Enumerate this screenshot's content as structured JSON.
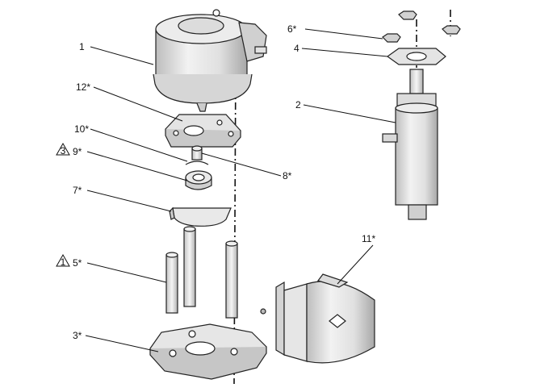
{
  "callouts": {
    "c1": "1",
    "c2": "2",
    "c3": "3*",
    "c4": "4",
    "c5": "5*",
    "c6": "6*",
    "c7": "7*",
    "c8": "8*",
    "c9": "9*",
    "c10": "10*",
    "c11": "11*",
    "c12": "12*"
  },
  "warning_numbers": {
    "w9": "3",
    "w5": "1"
  },
  "colors": {
    "line": "#111111",
    "part_fill": "#e6e6e6",
    "part_shade": "#c8c8c8"
  }
}
